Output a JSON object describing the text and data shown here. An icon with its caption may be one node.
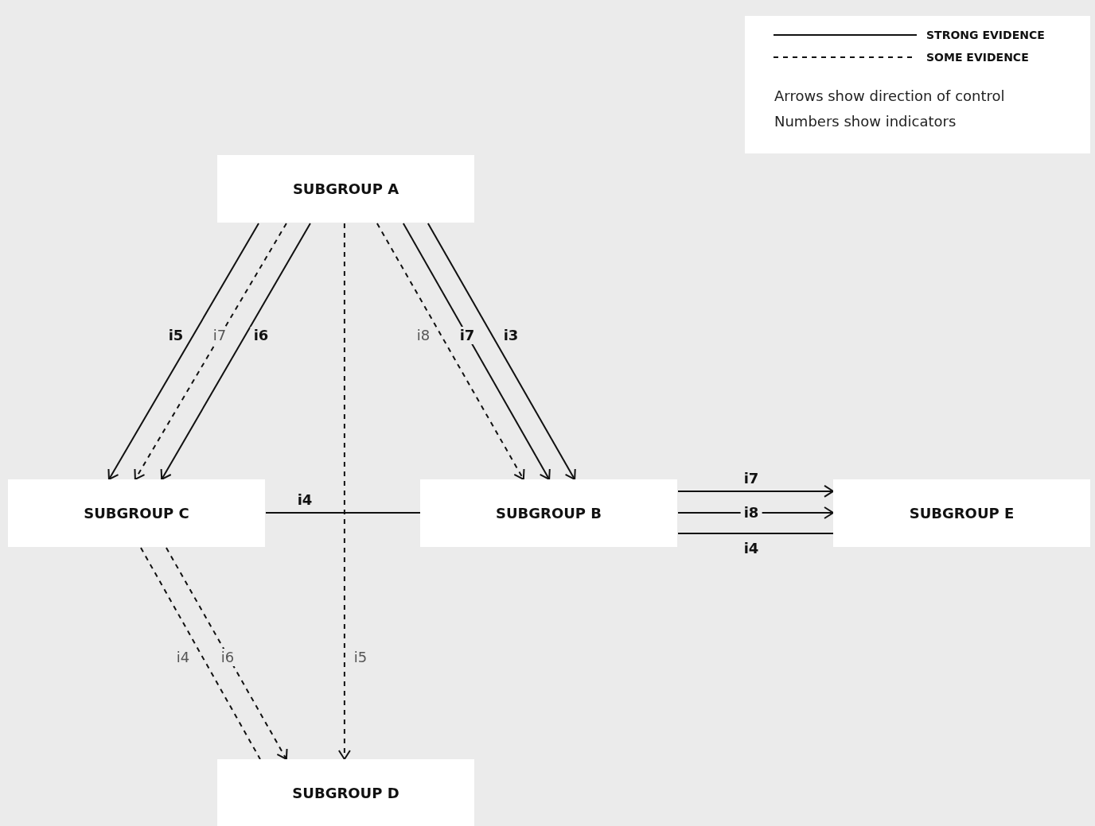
{
  "diagram": {
    "nodes": [
      {
        "text": [
          "SUBGROUP A"
        ]
      },
      {
        "text": [
          "SUBGROUP C"
        ]
      },
      {
        "text": [
          "SUBGROUP B"
        ]
      },
      {
        "text": [
          "SUBGROUP E"
        ]
      },
      {
        "text": [
          "SUBGROUP D"
        ]
      }
    ],
    "edges": [
      {
        "from": 0,
        "to": 1,
        "arrow": "to",
        "label": "i5"
      },
      {
        "from": 0,
        "to": 1,
        "arrow": "to",
        "label": "i7",
        "style": "dashed"
      },
      {
        "from": 0,
        "to": 1,
        "arrow": "to",
        "label": "i6"
      },
      {
        "from": 0,
        "to": 4,
        "arrow": "to",
        "label": "i5",
        "style": "dashed"
      },
      {
        "from": 0,
        "to": 2,
        "arrow": "to",
        "label": "i8",
        "style": "dashed"
      },
      {
        "from": 0,
        "to": 2,
        "arrow": "to",
        "label": "i7"
      },
      {
        "from": 0,
        "to": 2,
        "arrow": "to",
        "label": "i3"
      },
      {
        "from": 1,
        "to": 2,
        "arrow": "none",
        "label": "i4"
      },
      {
        "from": 1,
        "to": 4,
        "arrow": "none",
        "label": "i4",
        "style": "dashed"
      },
      {
        "from": 1,
        "to": 4,
        "arrow": "to",
        "label": "i6",
        "style": "dashed"
      },
      {
        "from": 2,
        "to": 3,
        "arrow": "to",
        "label": "i7"
      },
      {
        "from": 2,
        "to": 3,
        "arrow": "to",
        "label": "i8"
      },
      {
        "from": 2,
        "to": 3,
        "arrow": "none",
        "label": "i4"
      }
    ],
    "labels": [
      "Arrows show direction of control",
      "Numbers show indicators"
    ],
    "legend": [
      {
        "text": "STRONG EVIDENCE"
      },
      {
        "text": "SOME EVIDENCE"
      }
    ]
  }
}
